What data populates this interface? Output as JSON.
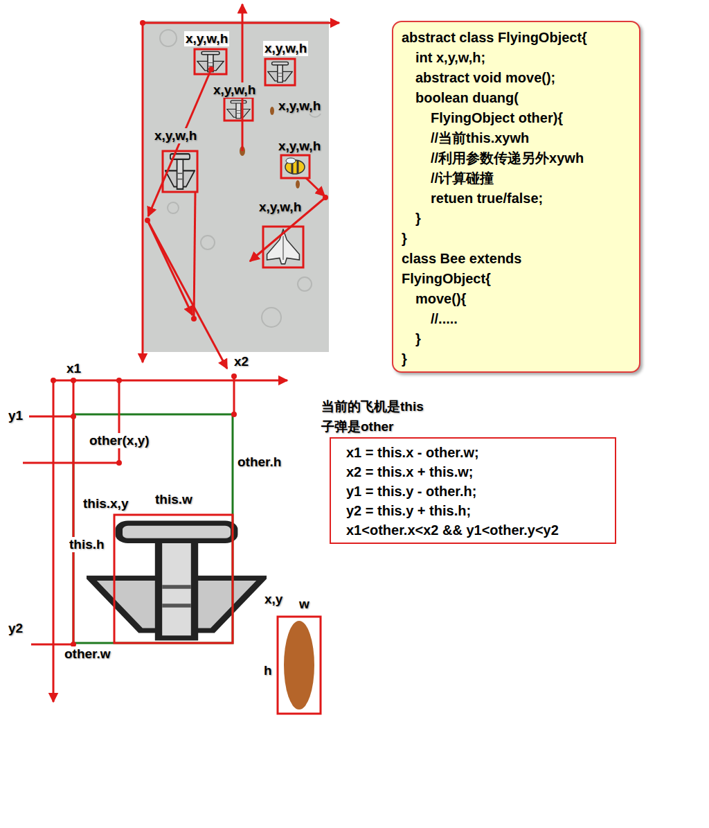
{
  "diagram": {
    "nodes": [
      {
        "text": [
          "abstract class FlyingObject{",
          "int x,y,w,h;",
          "abstract void move();",
          "boolean duang(",
          "FlyingObject other){",
          "//当前this.xywh",
          "//利用参数传递另外xywh",
          "//计算碰撞",
          "retuen true/false;",
          "}",
          "}",
          "class Bee extends",
          "FlyingObject{",
          "move(){",
          "//.....",
          "}",
          "}"
        ]
      },
      {
        "text": [
          "x1 = this.x - other.w;",
          "x2 = this.x + this.w;",
          "y1 = this.y - other.h;",
          "y2 = this.y + this.h;",
          "x1<other.x<x2 && y1<other.y<y2"
        ]
      }
    ],
    "labels": [
      "x,y,w,h",
      "x,y,w,h",
      "x,y,w,h",
      "x,y,w,h",
      "x,y,w,h",
      "x,y,w,h",
      "x,y,w,h",
      "x1",
      "x2",
      "y1",
      "other(x,y)",
      "other.h",
      "this.x,y",
      "this.w",
      "this.h",
      "y2",
      "other.w",
      "x,y",
      "w",
      "h",
      "当前的飞机是this",
      "子弹是other"
    ]
  }
}
